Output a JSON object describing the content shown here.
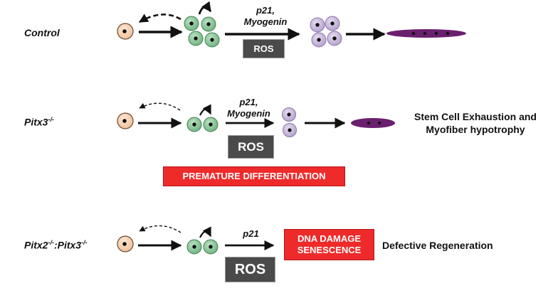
{
  "rows": [
    {
      "id": "control",
      "label": "Control",
      "step_lines": [
        "p21,",
        "Myogenin"
      ],
      "ros": "ROS",
      "outcome_lines": []
    },
    {
      "id": "pitx3",
      "label": "Pitx3",
      "label_sup": "-/-",
      "step_lines": [
        "p21,",
        "Myogenin"
      ],
      "ros": "ROS",
      "red_box_lines": [
        "PREMATURE DIFFERENTIATION"
      ],
      "outcome_lines": [
        "Stem Cell Exhaustion  and",
        "Myofiber hypotrophy"
      ]
    },
    {
      "id": "pitx2-pitx3",
      "label_parts": [
        "Pitx2",
        "-/-",
        ":Pitx3",
        "-/-"
      ],
      "step_lines": [
        "p21"
      ],
      "ros": "ROS",
      "red_box_lines": [
        "DNA DAMAGE",
        "SENESCENCE"
      ],
      "outcome_lines": [
        "Defective Regeneration"
      ]
    }
  ],
  "colors": {
    "stem_cell": "#f7d1b3",
    "activated_cell": "#8cc79a",
    "differentiating_cell": "#c8b6dc",
    "myofiber": "#6b1f6f",
    "ros_box": "#4a4a4a",
    "alert_box": "#ee2a2a"
  }
}
